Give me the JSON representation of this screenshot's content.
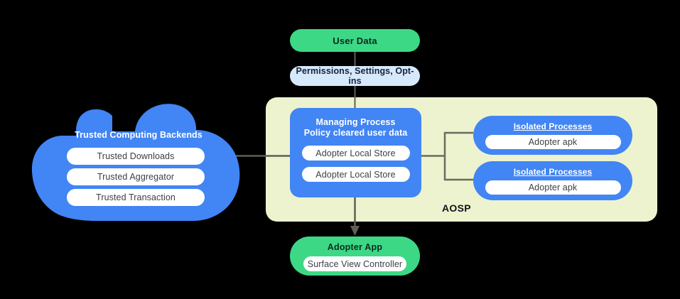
{
  "diagram": {
    "title_region_label": "AOSP",
    "colors": {
      "green": "#3DD886",
      "blue": "#4285F4",
      "light_blue": "#D6E9FC",
      "pale_yellow": "#EDF3CE",
      "connector_gray": "#6b6b63",
      "white": "#FFFFFF",
      "background": "#000000"
    },
    "user_data": {
      "label": "User Data"
    },
    "permissions": {
      "label": "Permissions,  Settings, Opt-ins"
    },
    "cloud": {
      "title": "Trusted Computing Backends",
      "items": [
        {
          "label": "Trusted Downloads"
        },
        {
          "label": "Trusted Aggregator"
        },
        {
          "label": "Trusted Transaction"
        }
      ]
    },
    "managing_process": {
      "title_line_1": "Managing Process",
      "title_line_2": "Policy cleared user data",
      "stores": [
        {
          "label": "Adopter Local Store"
        },
        {
          "label": "Adopter Local Store"
        }
      ]
    },
    "isolated_processes": [
      {
        "title": "Isolated Processes",
        "item": "Adopter apk"
      },
      {
        "title": "Isolated Processes",
        "item": "Adopter apk"
      }
    ],
    "adopter_app": {
      "title": "Adopter App",
      "item": "Surface View Controller"
    }
  }
}
